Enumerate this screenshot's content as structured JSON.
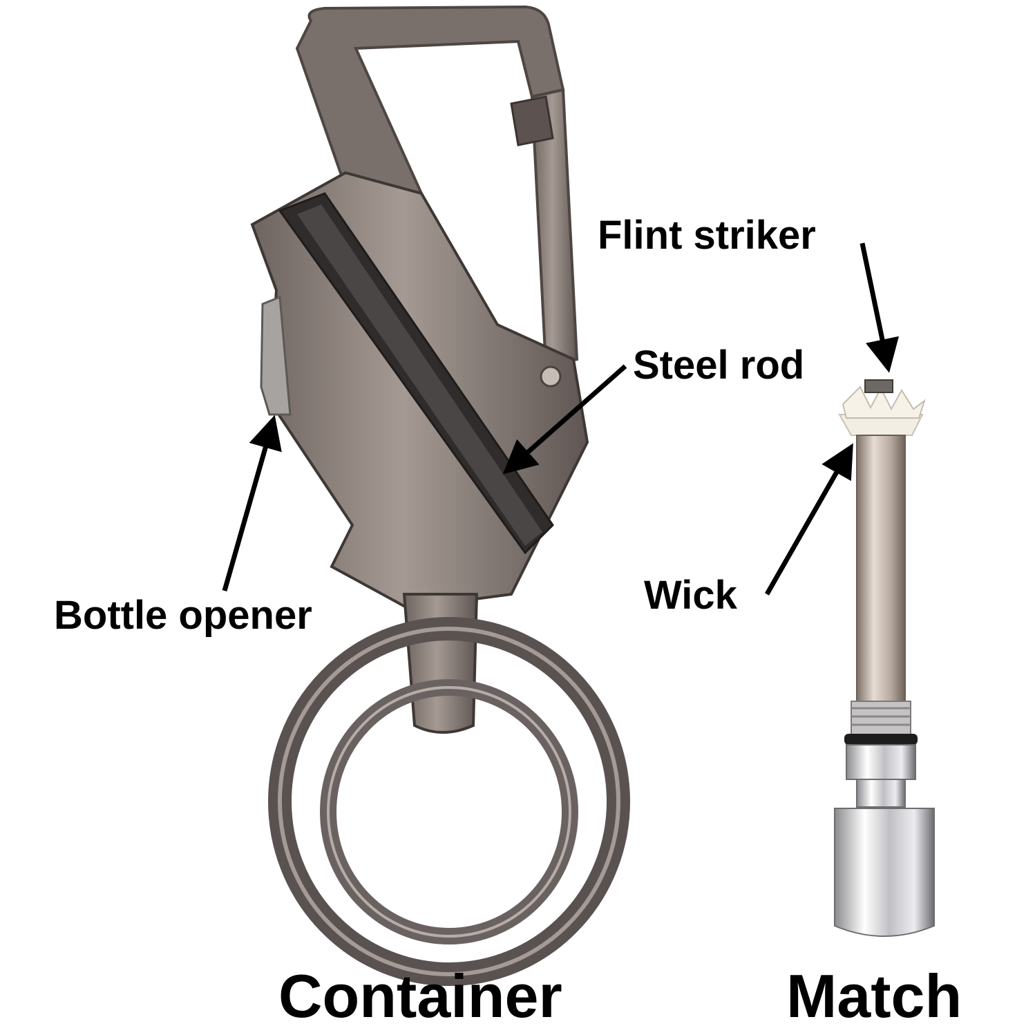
{
  "labels": {
    "flint_striker": "Flint striker",
    "steel_rod": "Steel rod",
    "bottle_opener": "Bottle opener",
    "wick": "Wick",
    "container": "Container",
    "match": "Match"
  },
  "colors": {
    "background": "#ffffff",
    "text": "#000000",
    "body_metal": "#8a7f78",
    "ring_metal": "#5a5250",
    "chrome": "#c9c9cc",
    "steel_rod": "#3a3a3a",
    "wick": "#f2ece2"
  }
}
